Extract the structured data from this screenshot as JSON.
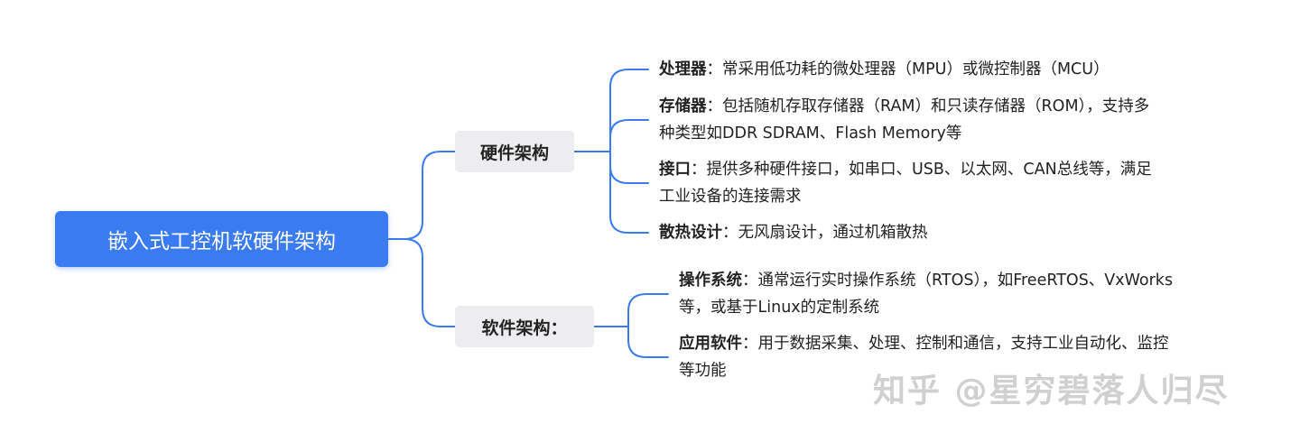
{
  "diagram": {
    "root": "嵌入式工控机软硬件架构",
    "branches": [
      {
        "label": "硬件架构",
        "items": [
          {
            "term": "处理器",
            "sep": "：",
            "text": "常采用低功耗的微处理器（MPU）或微控制器（MCU）"
          },
          {
            "term": "存储器",
            "sep": "：",
            "text": "包括随机存取存储器（RAM）和只读存储器（ROM），支持多",
            "text2": "种类型如DDR SDRAM、Flash Memory等"
          },
          {
            "term": "接口",
            "sep": "：",
            "text": "提供多种硬件接口，如串口、USB、以太网、CAN总线等，满足",
            "text2": "工业设备的连接需求"
          },
          {
            "term": "散热设计",
            "sep": "：",
            "text": "无风扇设计，通过机箱散热"
          }
        ]
      },
      {
        "label": "软件架构：",
        "items": [
          {
            "term": "操作系统",
            "sep": "：",
            "text": "通常运行实时操作系统（RTOS），如FreeRTOS、VxWorks",
            "text2": "等，或基于Linux的定制系统"
          },
          {
            "term": "应用软件",
            "sep": "：",
            "text": "用于数据采集、处理、控制和通信，支持工业自动化、监控",
            "text2": "等功能"
          }
        ]
      }
    ]
  },
  "watermark": "知乎 @星穷碧落人归尽",
  "colors": {
    "accent": "#3a7bf2",
    "line": "#3a7bf2",
    "branch_bg": "#ededf0"
  }
}
